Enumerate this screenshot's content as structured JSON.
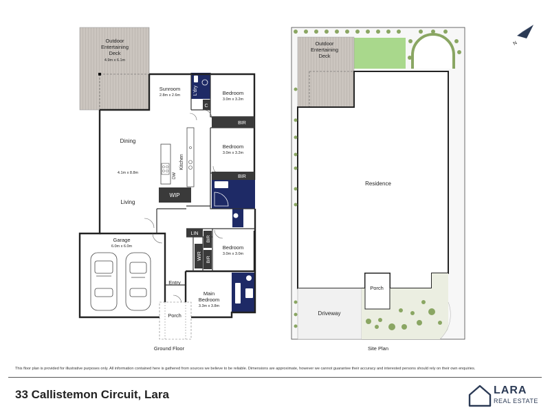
{
  "ground_floor": {
    "title": "Ground Floor",
    "rooms": {
      "deck_name_1": "Outdoor",
      "deck_name_2": "Entertaining",
      "deck_name_3": "Deck",
      "deck_dims": "4.9m x 6.1m",
      "sunroom_name": "Sunroom",
      "sunroom_dims": "2.8m x 2.6m",
      "laundry_name": "L'dry",
      "cupboard": "C",
      "bed1_name": "Bedroom",
      "bed1_dims": "3.0m x 3.2m",
      "bir": "BIR",
      "bed2_name": "Bedroom",
      "bed2_dims": "3.0m x 3.2m",
      "dining_name": "Dining",
      "living_dims": "4.1m x 8.8m",
      "living_name": "Living",
      "kitchen_name": "Kitchen",
      "dw": "DW",
      "wip": "WIP",
      "garage_name": "Garage",
      "garage_dims": "6.0m x 6.0m",
      "lin": "LIN",
      "wir": "WIR",
      "bed3_name": "Bedroom",
      "bed3_dims": "3.0m x 3.0m",
      "entry_name": "Entry",
      "main_bed_1": "Main",
      "main_bed_2": "Bedroom",
      "main_bed_dims": "3.3m x 3.8m",
      "porch_name": "Porch"
    }
  },
  "site_plan": {
    "title": "Site Plan",
    "deck_1": "Outdoor",
    "deck_2": "Entertaining",
    "deck_3": "Deck",
    "residence": "Residence",
    "porch": "Porch",
    "driveway": "Driveway"
  },
  "disclaimer": "This floor plan is provided for illustrative purposes only. All information contained here is gathered from sources we believe to be reliable. Dimensions are approximate, however we cannot guarantee their accuracy and interested persons should rely on their own enquiries.",
  "address": "33 Callistemon Circuit, Lara",
  "logo": {
    "name": "LARA",
    "subtitle": "REAL ESTATE"
  },
  "compass": "N",
  "colors": {
    "wet_area": "#1e2a66",
    "deck": "#c8c2bc",
    "lawn": "#a9d88c",
    "garden": "#8aa663",
    "driveway": "#f1f1f1",
    "label_box": "#3a3a3a"
  }
}
